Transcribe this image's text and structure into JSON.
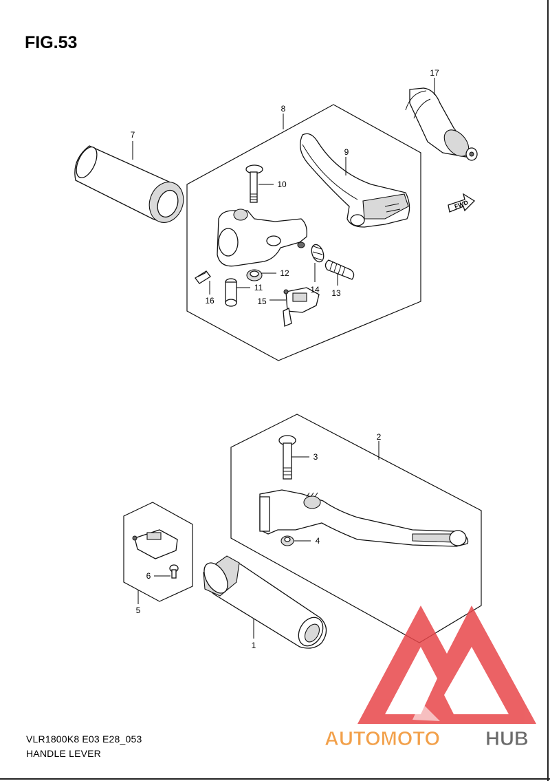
{
  "figure": {
    "title": "FIG.53",
    "model_code": "VLR1800K8 E03 E28_053",
    "name": "HANDLE LEVER",
    "fwd_label": "FWD"
  },
  "callouts": [
    "1",
    "2",
    "3",
    "4",
    "5",
    "6",
    "7",
    "8",
    "9",
    "10",
    "11",
    "12",
    "13",
    "14",
    "15",
    "16",
    "17"
  ],
  "watermark": {
    "text_orange": "AUTOMOTO",
    "text_gray": "HUB",
    "color_red": "#e8464a",
    "color_orange": "#f2a04a",
    "color_gray": "#6b6b6b"
  }
}
